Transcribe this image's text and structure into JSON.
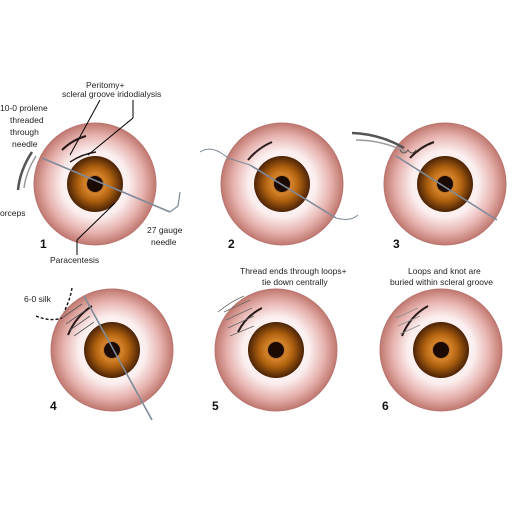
{
  "panels": [
    {
      "number": "1"
    },
    {
      "number": "2"
    },
    {
      "number": "3"
    },
    {
      "number": "4"
    },
    {
      "number": "5"
    },
    {
      "number": "6"
    }
  ],
  "labels": {
    "peritomy_line1": "Peritomy+",
    "peritomy_line2": "scleral groove iridodialysis",
    "prolene_line1": "10-0 prolene",
    "prolene_line2": "threaded",
    "prolene_line3": "through",
    "prolene_line4": "needle",
    "forceps": "orceps",
    "needle_line1": "27 gauge",
    "needle_line2": "needle",
    "paracentesis": "Paracentesis",
    "silk": "6-0 silk",
    "thread_line1": "Thread ends through loops+",
    "thread_line2": "tie down centrally",
    "loops_line1": "Loops and knot are",
    "loops_line2": "buried within scleral groove"
  },
  "colors": {
    "sclera_outer": "#c8857f",
    "sclera_inner": "#ffffff",
    "iris_outer": "#5a2c08",
    "iris_mid": "#b0620f",
    "pupil": "#1a0a02",
    "instrument": "#7d8a99",
    "suture": "#333333"
  }
}
